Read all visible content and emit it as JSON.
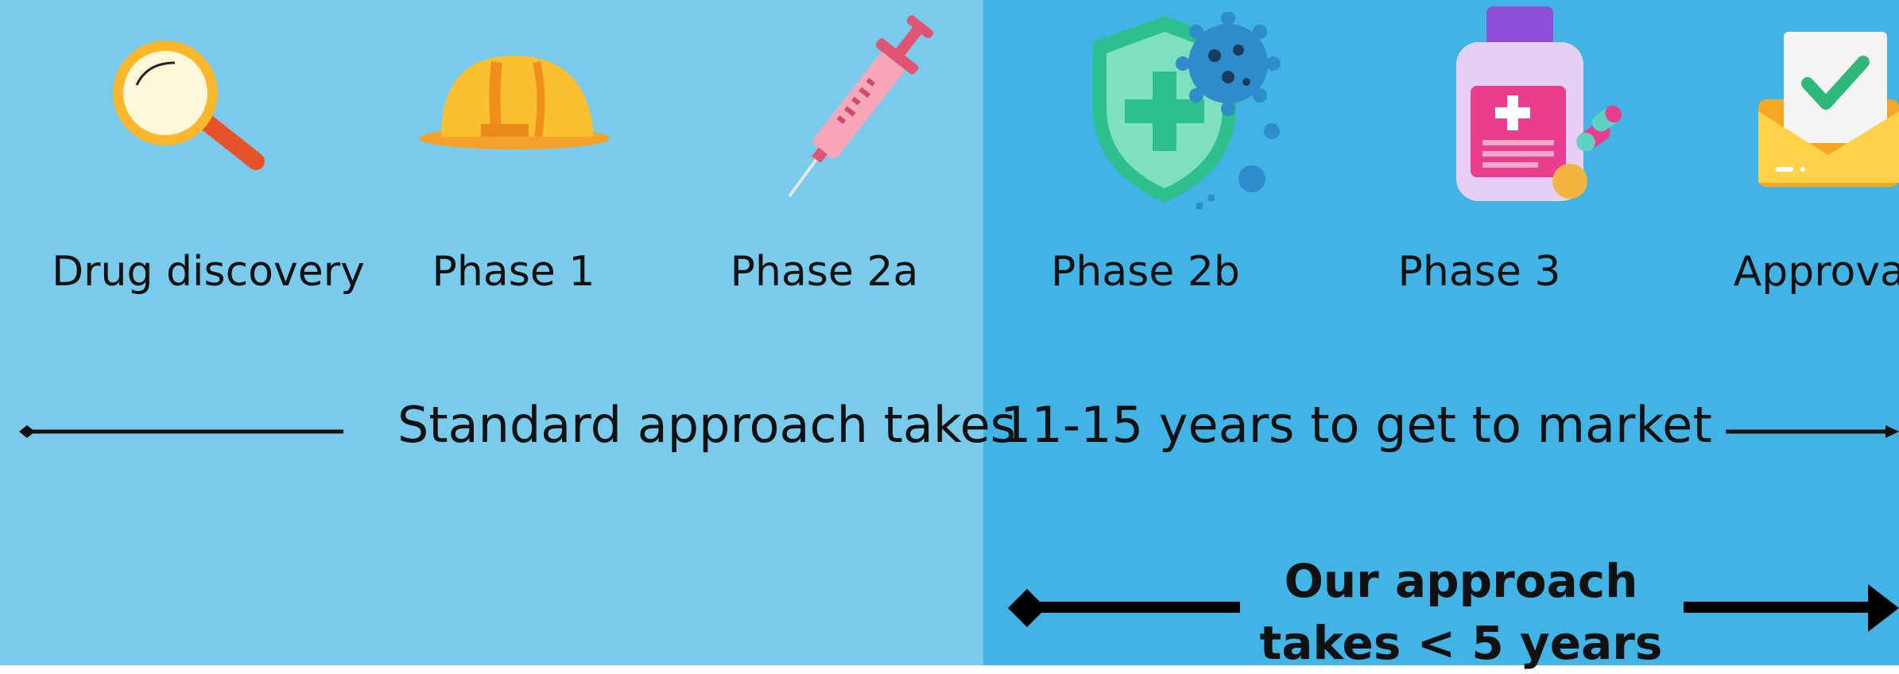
{
  "colors": {
    "left_bg": "#7ACAEB",
    "right_bg": "#41B3E4",
    "text": "#111111"
  },
  "phases": [
    {
      "label": "Drug discovery",
      "icon": "magnifier-icon"
    },
    {
      "label": "Phase 1",
      "icon": "hard-hat-icon"
    },
    {
      "label": "Phase 2a",
      "icon": "syringe-icon"
    },
    {
      "label": "Phase 2b",
      "icon": "virus-shield-icon"
    },
    {
      "label": "Phase 3",
      "icon": "medicine-bottle-icon"
    },
    {
      "label": "Approval",
      "icon": "approval-envelope-icon"
    }
  ],
  "standard": {
    "left": "Standard approach takes",
    "right": "11-15 years to get to market"
  },
  "ours": {
    "line1": "Our approach",
    "line2": "takes < 5 years"
  }
}
